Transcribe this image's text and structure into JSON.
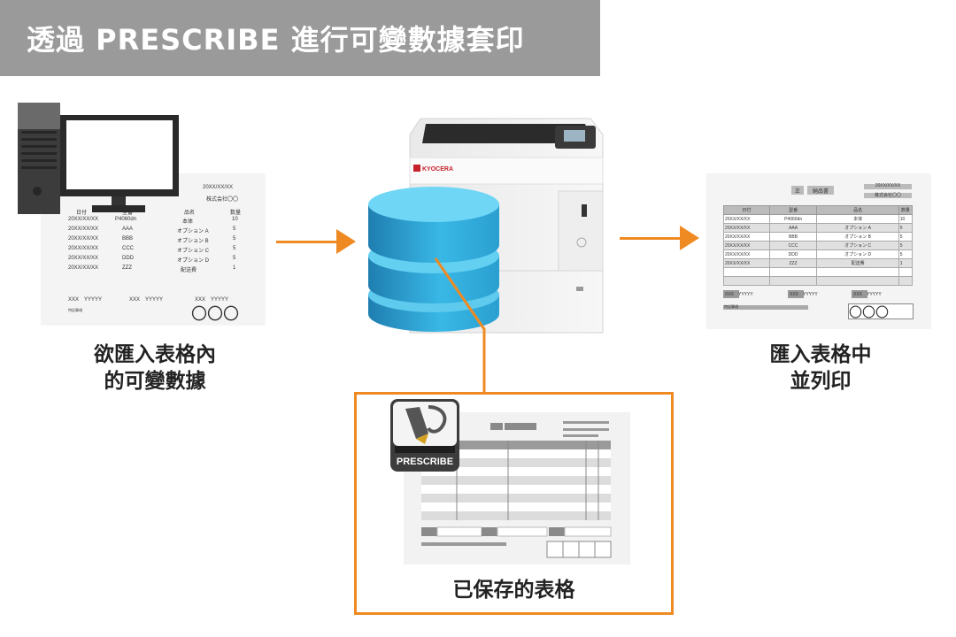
{
  "title": "透過 PRESCRIBE 進行可變數據套印",
  "captions": {
    "source": [
      "欲匯入表格內",
      "的可變數據"
    ],
    "output": [
      "匯入表格中",
      "並列印"
    ],
    "saved_form": "已保存的表格"
  },
  "printer_brand": "KYOCERA",
  "prescribe_label": "PRESCRIBE",
  "source_doc": {
    "date": "20XX/XX/XX",
    "company": "株式会社〇〇",
    "seal": "正",
    "doc_title": "納品書",
    "headers": [
      "日付",
      "型番",
      "品名",
      "数量"
    ],
    "rows": [
      [
        "20XX/XX/XX",
        "P4060dn",
        "本体",
        "10"
      ],
      [
        "20XX/XX/XX",
        "AAA",
        "オプション A",
        "5"
      ],
      [
        "20XX/XX/XX",
        "BBB",
        "オプション B",
        "5"
      ],
      [
        "20XX/XX/XX",
        "CCC",
        "オプション C",
        "5"
      ],
      [
        "20XX/XX/XX",
        "DDD",
        "オプション D",
        "5"
      ],
      [
        "20XX/XX/XX",
        "ZZZ",
        "配送費",
        "1"
      ]
    ],
    "footer": [
      "XXX　YYYYY",
      "XXX　YYYYY",
      "XXX　YYYYY"
    ],
    "remark": "特記事項",
    "circles": "〇〇〇"
  },
  "colors": {
    "accent": "#ef8a22",
    "banner": "#9a9a9a",
    "db_blue": "#2a9fd0"
  }
}
